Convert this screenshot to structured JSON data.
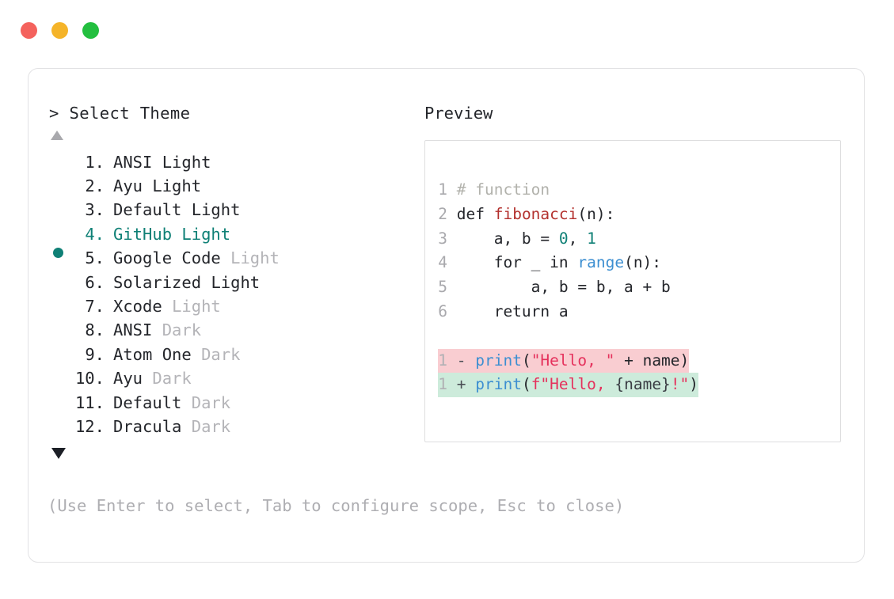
{
  "window": {
    "dots": [
      {
        "name": "close-dot",
        "color": "#f4625d"
      },
      {
        "name": "minimize-dot",
        "color": "#f5b429"
      },
      {
        "name": "maximize-dot",
        "color": "#23bf3f"
      }
    ]
  },
  "left_pane": {
    "prompt_marker": ">",
    "prompt_label": "Select Theme",
    "scroll_up_icon": "triangle-up-icon",
    "scroll_down_icon": "triangle-down-icon",
    "selected_index": 4,
    "selection_color": "#0f8076",
    "muted_color": "#b4b4b8",
    "themes": [
      {
        "num": "1.",
        "name": "ANSI",
        "suffix": "Light",
        "suffix_muted": false,
        "selected": false
      },
      {
        "num": "2.",
        "name": "Ayu",
        "suffix": "Light",
        "suffix_muted": false,
        "selected": false
      },
      {
        "num": "3.",
        "name": "Default",
        "suffix": "Light",
        "suffix_muted": false,
        "selected": false
      },
      {
        "num": "4.",
        "name": "GitHub",
        "suffix": "Light",
        "suffix_muted": false,
        "selected": true
      },
      {
        "num": "5.",
        "name": "Google Code",
        "suffix": "Light",
        "suffix_muted": true,
        "selected": false
      },
      {
        "num": "6.",
        "name": "Solarized",
        "suffix": "Light",
        "suffix_muted": false,
        "selected": false
      },
      {
        "num": "7.",
        "name": "Xcode",
        "suffix": "Light",
        "suffix_muted": true,
        "selected": false
      },
      {
        "num": "8.",
        "name": "ANSI",
        "suffix": "Dark",
        "suffix_muted": true,
        "selected": false
      },
      {
        "num": "9.",
        "name": "Atom One",
        "suffix": "Dark",
        "suffix_muted": true,
        "selected": false
      },
      {
        "num": "10.",
        "name": "Ayu",
        "suffix": "Dark",
        "suffix_muted": true,
        "selected": false
      },
      {
        "num": "11.",
        "name": "Default",
        "suffix": "Dark",
        "suffix_muted": true,
        "selected": false
      },
      {
        "num": "12.",
        "name": "Dracula",
        "suffix": "Dark",
        "suffix_muted": true,
        "selected": false
      }
    ],
    "hint": "(Use Enter to select, Tab to configure scope, Esc to close)"
  },
  "right_pane": {
    "label": "Preview",
    "code_lines": [
      {
        "ln": "1",
        "tokens": [
          {
            "t": " ",
            "c": "plain"
          },
          {
            "t": "# function",
            "c": "comment"
          }
        ]
      },
      {
        "ln": "2",
        "tokens": [
          {
            "t": " ",
            "c": "plain"
          },
          {
            "t": "def ",
            "c": "kw"
          },
          {
            "t": "fibonacci",
            "c": "fn"
          },
          {
            "t": "(n):",
            "c": "plain"
          }
        ]
      },
      {
        "ln": "3",
        "tokens": [
          {
            "t": "     a, b = ",
            "c": "plain"
          },
          {
            "t": "0",
            "c": "num"
          },
          {
            "t": ", ",
            "c": "plain"
          },
          {
            "t": "1",
            "c": "num"
          }
        ]
      },
      {
        "ln": "4",
        "tokens": [
          {
            "t": "     for _ in ",
            "c": "plain"
          },
          {
            "t": "range",
            "c": "builtin"
          },
          {
            "t": "(n):",
            "c": "plain"
          }
        ]
      },
      {
        "ln": "5",
        "tokens": [
          {
            "t": "         a, b = b, a + b",
            "c": "plain"
          }
        ]
      },
      {
        "ln": "6",
        "tokens": [
          {
            "t": "     return a",
            "c": "plain"
          }
        ]
      }
    ],
    "diff_lines": [
      {
        "ln": "1",
        "mark": "-",
        "kind": "del",
        "tokens": [
          {
            "t": "print",
            "c": "builtin"
          },
          {
            "t": "(",
            "c": "plain"
          },
          {
            "t": "\"Hello, \"",
            "c": "str"
          },
          {
            "t": " + name)",
            "c": "plain"
          }
        ]
      },
      {
        "ln": "1",
        "mark": "+",
        "kind": "add",
        "tokens": [
          {
            "t": "print",
            "c": "builtin"
          },
          {
            "t": "(",
            "c": "plain"
          },
          {
            "t": "f\"Hello, ",
            "c": "str"
          },
          {
            "t": "{name}",
            "c": "interp"
          },
          {
            "t": "!\"",
            "c": "str"
          },
          {
            "t": ")",
            "c": "plain"
          }
        ]
      }
    ],
    "diff_del_bg": "#f9cdd1",
    "diff_add_bg": "#cdebdb"
  }
}
